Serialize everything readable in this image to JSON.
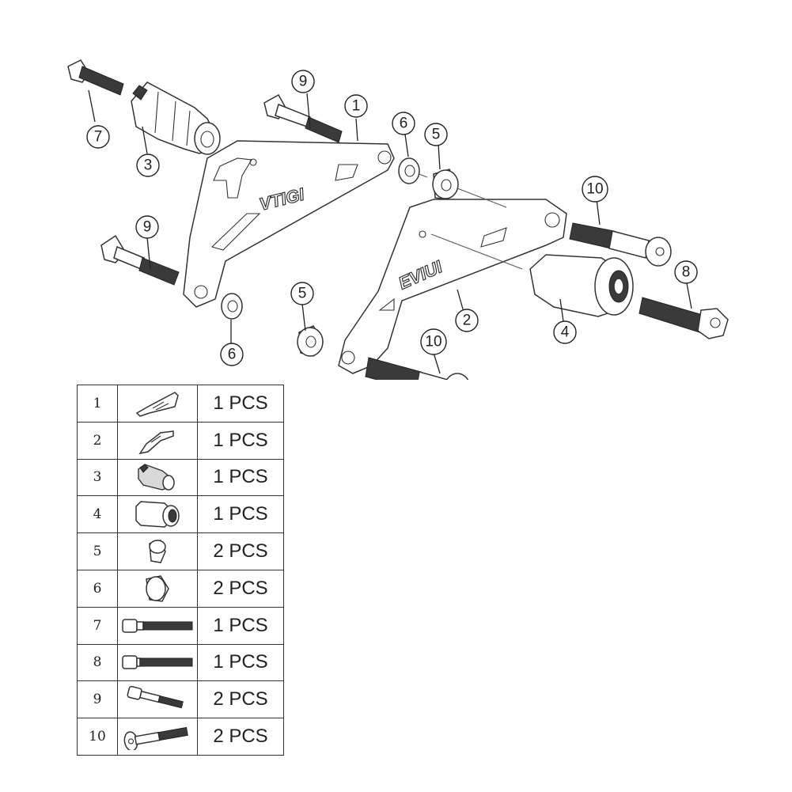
{
  "callouts": [
    "1",
    "2",
    "3",
    "4",
    "5",
    "5",
    "6",
    "6",
    "7",
    "8",
    "9",
    "9",
    "10",
    "10"
  ],
  "logo_text": [
    "VTIGI",
    "EVIUI"
  ],
  "table": {
    "rows": [
      {
        "num": "1",
        "qty": "1 PCS",
        "icon": "bracket-large-icon"
      },
      {
        "num": "2",
        "qty": "1 PCS",
        "icon": "bracket-small-icon"
      },
      {
        "num": "3",
        "qty": "1 PCS",
        "icon": "slider-puck-icon"
      },
      {
        "num": "4",
        "qty": "1 PCS",
        "icon": "slider-spool-icon"
      },
      {
        "num": "5",
        "qty": "2 PCS",
        "icon": "spacer-small-icon"
      },
      {
        "num": "6",
        "qty": "2 PCS",
        "icon": "spacer-large-icon"
      },
      {
        "num": "7",
        "qty": "1 PCS",
        "icon": "long-bolt-icon"
      },
      {
        "num": "8",
        "qty": "1 PCS",
        "icon": "long-bolt-icon"
      },
      {
        "num": "9",
        "qty": "2 PCS",
        "icon": "short-bolt-icon"
      },
      {
        "num": "10",
        "qty": "2 PCS",
        "icon": "button-bolt-icon"
      }
    ]
  }
}
